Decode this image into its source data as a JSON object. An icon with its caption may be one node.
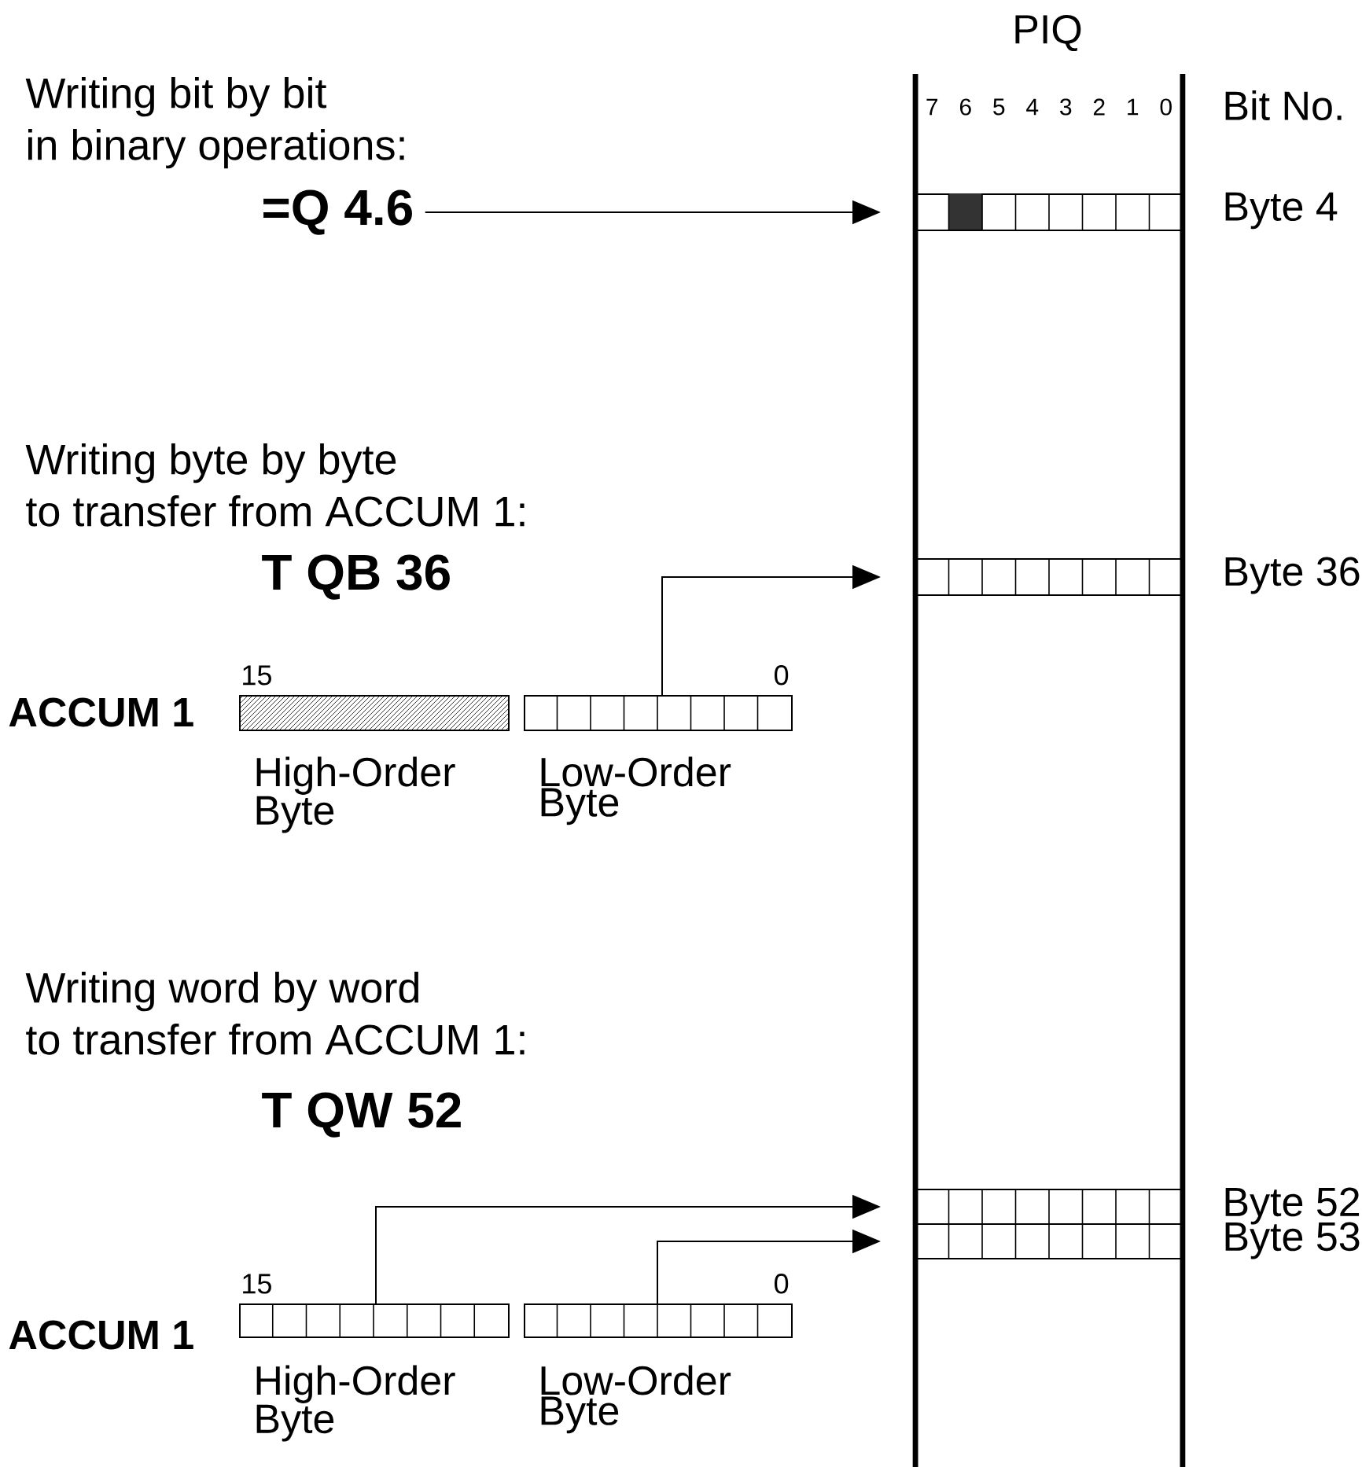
{
  "diagram": {
    "nodes": [
      {
        "text": [
          "=Q 4.6"
        ]
      },
      {
        "text": [],
        "shape": "bar",
        "beside": [
          "Byte 4"
        ]
      },
      {
        "text": [],
        "shape": "bar",
        "beside": [
          "Byte 36"
        ]
      },
      {
        "text": [],
        "shape": "bar",
        "beside": [
          "High-Order Byte"
        ]
      },
      {
        "text": [],
        "shape": "bar",
        "beside": [
          "Low-Order Byte"
        ]
      },
      {
        "text": [],
        "shape": "bar",
        "beside": [
          "Byte 52"
        ]
      },
      {
        "text": [],
        "shape": "bar",
        "beside": [
          "Byte 53"
        ]
      },
      {
        "text": [],
        "shape": "bar",
        "beside": [
          "High-Order Byte"
        ]
      },
      {
        "text": [],
        "shape": "bar",
        "beside": [
          "Low-Order Byte"
        ]
      }
    ],
    "edges": [
      {
        "from": 0,
        "to": 1,
        "arrow": "to"
      },
      {
        "from": 4,
        "to": 2,
        "arrow": "to"
      },
      {
        "from": 7,
        "to": 5,
        "arrow": "to"
      },
      {
        "from": 8,
        "to": 6,
        "arrow": "to"
      }
    ],
    "labels": [
      "Writing bit by bit in binary operations:",
      "PIQ",
      "7",
      "6",
      "5",
      "4",
      "3",
      "2",
      "1",
      "0",
      "Bit No.",
      "Writing byte by byte to transfer from ACCUM 1:",
      "T QB 36",
      "15",
      "0",
      "ACCUM 1",
      "Writing word by word to transfer from ACCUM 1:",
      "T QW 52",
      "15",
      "0",
      "ACCUM 1"
    ]
  }
}
